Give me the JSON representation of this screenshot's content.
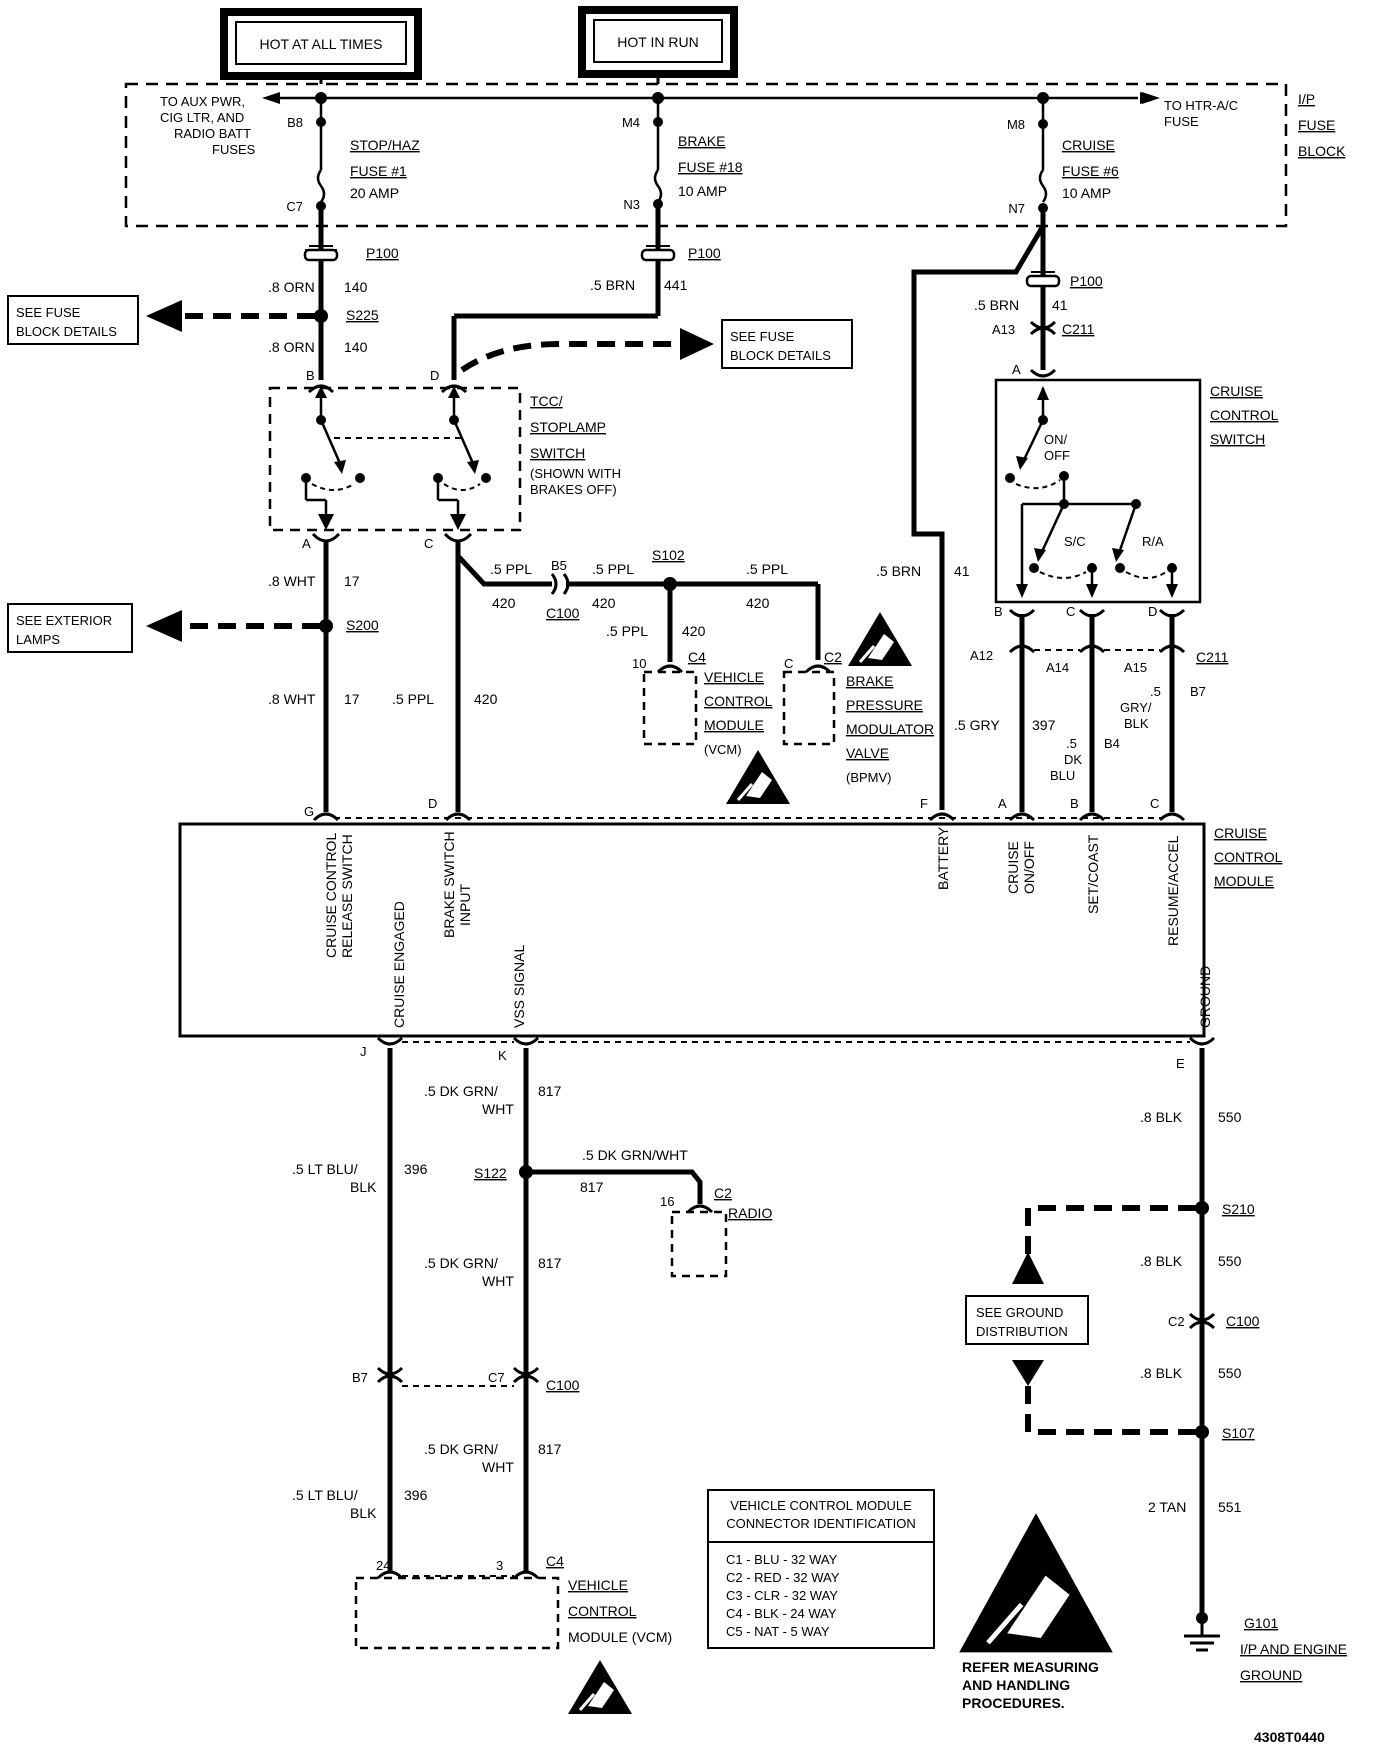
{
  "power": {
    "hot_at_all_times": "HOT AT ALL TIMES",
    "hot_in_run": "HOT IN RUN"
  },
  "fuse_block": {
    "title_l1": "I/P",
    "title_l2": "FUSE",
    "title_l3": "BLOCK",
    "aux_l1": "TO AUX PWR,",
    "aux_l2": "CIG LTR, AND",
    "aux_l3": "RADIO BATT",
    "aux_l4": "FUSES",
    "htr_l1": "TO HTR-A/C",
    "htr_l2": "FUSE",
    "fuse1": {
      "top_pin": "B8",
      "bottom_pin": "C7",
      "name_l1": "STOP/HAZ",
      "name_l2": "FUSE #1",
      "rating": "20 AMP"
    },
    "fuse18": {
      "top_pin": "M4",
      "bottom_pin": "N3",
      "name_l1": "BRAKE",
      "name_l2": "FUSE #18",
      "rating": "10 AMP"
    },
    "fuse6": {
      "top_pin": "M8",
      "bottom_pin": "N7",
      "name_l1": "CRUISE",
      "name_l2": "FUSE #6",
      "rating": "10 AMP"
    }
  },
  "connectors": {
    "p100": "P100",
    "s225": "S225",
    "s200": "S200",
    "s102": "S102",
    "c100": "C100",
    "c211": "C211",
    "s122": "S122",
    "s210": "S210",
    "s107": "S107",
    "c2": "C2",
    "c4": "C4"
  },
  "wires": {
    "w140_gauge": ".8 ORN",
    "w140_num": "140",
    "w441_gauge": ".5 BRN",
    "w441_num": "441",
    "w41_gauge": ".5 BRN",
    "w41_num": "41",
    "w17_gauge": ".8 WHT",
    "w17_num": "17",
    "w420_gauge": ".5 PPL",
    "w420_num": "420",
    "w397_gauge": ".5 GRY",
    "w397_num": "397",
    "w_b4_l1": ".5",
    "w_b4_l2": "DK",
    "w_b4_l3": "BLU",
    "w_b7_l1": ".5",
    "w_b7_l2": "GRY/",
    "w_b7_l3": "BLK",
    "w396_gauge_l1": ".5 LT BLU/",
    "w396_gauge_l2": "BLK",
    "w396_num": "396",
    "w817_gauge_l1": ".5 DK GRN/",
    "w817_gauge_l2": "WHT",
    "w817_num": "817",
    "w817_radio": ".5 DK GRN/WHT",
    "w550_gauge": ".8 BLK",
    "w550_num": "550",
    "w551_gauge": "2 TAN",
    "w551_num": "551"
  },
  "notes": {
    "see_fuse_l1": "SEE FUSE",
    "see_fuse_l2": "BLOCK DETAILS",
    "see_ext_l1": "SEE EXTERIOR",
    "see_ext_l2": "LAMPS",
    "see_gnd_l1": "SEE GROUND",
    "see_gnd_l2": "DISTRIBUTION"
  },
  "switches": {
    "tcc_l1": "TCC/",
    "tcc_l2": "STOPLAMP",
    "tcc_l3": "SWITCH",
    "tcc_l4": "(SHOWN WITH",
    "tcc_l5": "BRAKES OFF)",
    "cruise_l1": "CRUISE",
    "cruise_l2": "CONTROL",
    "cruise_l3": "SWITCH",
    "on": "ON/",
    "off": "OFF",
    "sc": "S/C",
    "ra": "R/A"
  },
  "components": {
    "vcm_l1": "VEHICLE",
    "vcm_l2": "CONTROL",
    "vcm_l3": "MODULE",
    "vcm_l4": "(VCM)",
    "vcm_bottom_l3": "MODULE (VCM)",
    "bpmv_l1": "BRAKE",
    "bpmv_l2": "PRESSURE",
    "bpmv_l3": "MODULATOR",
    "bpmv_l4": "VALVE",
    "bpmv_l5": "(BPMV)",
    "radio": "RADIO",
    "ccm_l1": "CRUISE",
    "ccm_l2": "CONTROL",
    "ccm_l3": "MODULE"
  },
  "module_pins": {
    "release_l1": "CRUISE CONTROL",
    "release_l2": "RELEASE SWITCH",
    "brake_l1": "BRAKE SWITCH",
    "brake_l2": "INPUT",
    "battery": "BATTERY",
    "onoff_l1": "CRUISE",
    "onoff_l2": "ON/OFF",
    "setcoast": "SET/COAST",
    "resume": "RESUME/ACCEL",
    "engaged": "CRUISE ENGAGED",
    "vss": "VSS SIGNAL",
    "ground": "GROUND"
  },
  "vcm_table": {
    "title_l1": "VEHICLE CONTROL MODULE",
    "title_l2": "CONNECTOR IDENTIFICATION",
    "rows": [
      "C1 - BLU - 32 WAY",
      "C2 - RED - 32 WAY",
      "C3 - CLR - 32 WAY",
      "C4 - BLK - 24 WAY",
      "C5 - NAT - 5 WAY"
    ]
  },
  "esd": {
    "l1": "REFER MEASURING",
    "l2": "AND HANDLING",
    "l3": "PROCEDURES."
  },
  "ground": {
    "name": "G101",
    "l1": "I/P AND ENGINE",
    "l2": "GROUND"
  },
  "figure_id": "4308T0440"
}
